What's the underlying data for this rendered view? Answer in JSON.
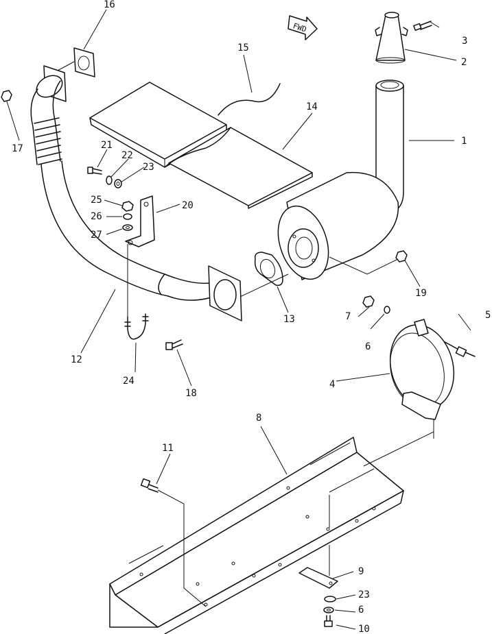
{
  "fwd_label": "FWD",
  "callouts": [
    {
      "id": "c1",
      "text": "1"
    },
    {
      "id": "c2",
      "text": "2"
    },
    {
      "id": "c3",
      "text": "3"
    },
    {
      "id": "c4",
      "text": "4"
    },
    {
      "id": "c5",
      "text": "5"
    },
    {
      "id": "c6a",
      "text": "6"
    },
    {
      "id": "c6b",
      "text": "6"
    },
    {
      "id": "c7",
      "text": "7"
    },
    {
      "id": "c8",
      "text": "8"
    },
    {
      "id": "c9",
      "text": "9"
    },
    {
      "id": "c10",
      "text": "10"
    },
    {
      "id": "c11",
      "text": "11"
    },
    {
      "id": "c12",
      "text": "12"
    },
    {
      "id": "c13",
      "text": "13"
    },
    {
      "id": "c14",
      "text": "14"
    },
    {
      "id": "c15",
      "text": "15"
    },
    {
      "id": "c16",
      "text": "16"
    },
    {
      "id": "c17",
      "text": "17"
    },
    {
      "id": "c18",
      "text": "18"
    },
    {
      "id": "c19",
      "text": "19"
    },
    {
      "id": "c20",
      "text": "20"
    },
    {
      "id": "c21",
      "text": "21"
    },
    {
      "id": "c22",
      "text": "22"
    },
    {
      "id": "c23a",
      "text": "23"
    },
    {
      "id": "c23b",
      "text": "23"
    },
    {
      "id": "c24",
      "text": "24"
    },
    {
      "id": "c25",
      "text": "25"
    },
    {
      "id": "c26",
      "text": "26"
    },
    {
      "id": "c27",
      "text": "27"
    }
  ]
}
